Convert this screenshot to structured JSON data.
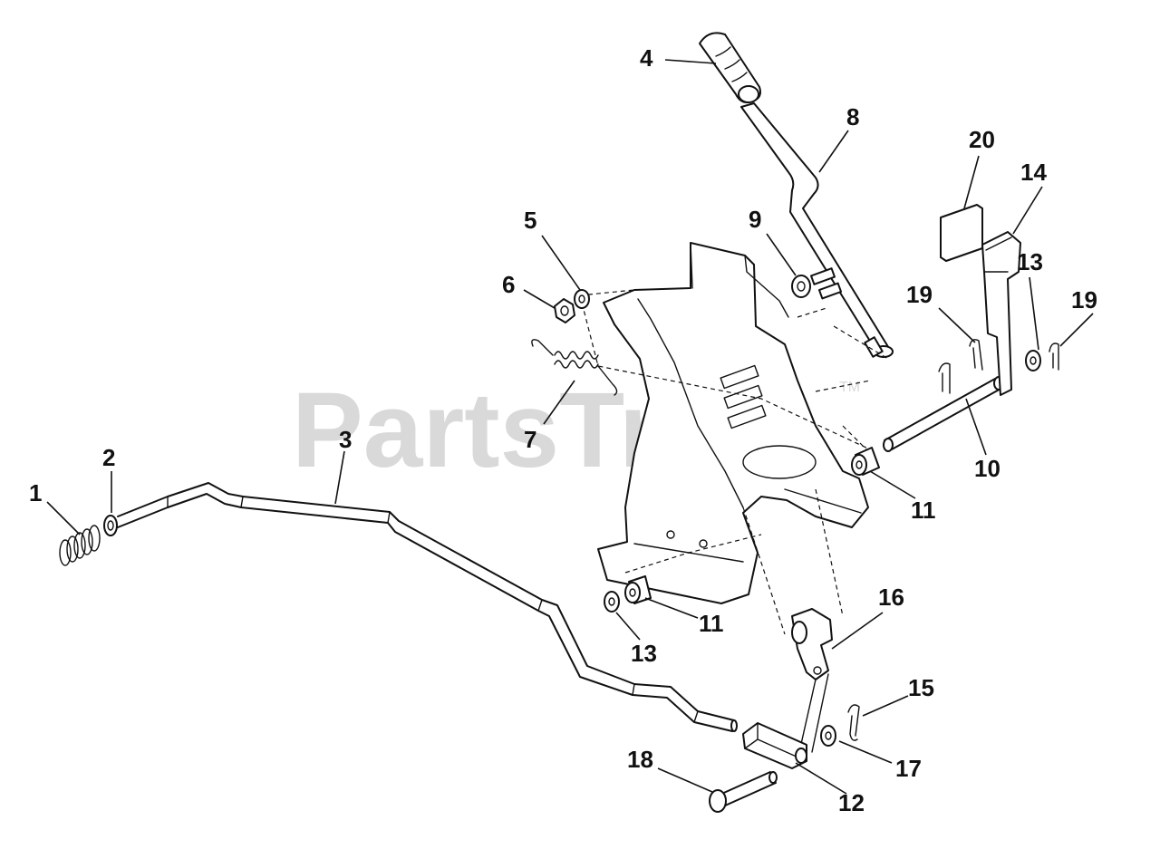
{
  "watermark": {
    "text": "PartsTree",
    "tm": "TM"
  },
  "callouts": [
    {
      "id": "callout-1",
      "label": "1"
    },
    {
      "id": "callout-2",
      "label": "2"
    },
    {
      "id": "callout-3",
      "label": "3"
    },
    {
      "id": "callout-4",
      "label": "4"
    },
    {
      "id": "callout-5",
      "label": "5"
    },
    {
      "id": "callout-6",
      "label": "6"
    },
    {
      "id": "callout-7",
      "label": "7"
    },
    {
      "id": "callout-8",
      "label": "8"
    },
    {
      "id": "callout-9",
      "label": "9"
    },
    {
      "id": "callout-10",
      "label": "10"
    },
    {
      "id": "callout-11a",
      "label": "11"
    },
    {
      "id": "callout-11b",
      "label": "11"
    },
    {
      "id": "callout-12",
      "label": "12"
    },
    {
      "id": "callout-13a",
      "label": "13"
    },
    {
      "id": "callout-13b",
      "label": "13"
    },
    {
      "id": "callout-14",
      "label": "14"
    },
    {
      "id": "callout-15",
      "label": "15"
    },
    {
      "id": "callout-16",
      "label": "16"
    },
    {
      "id": "callout-17",
      "label": "17"
    },
    {
      "id": "callout-18",
      "label": "18"
    },
    {
      "id": "callout-19a",
      "label": "19"
    },
    {
      "id": "callout-19b",
      "label": "19"
    },
    {
      "id": "callout-20",
      "label": "20"
    }
  ]
}
